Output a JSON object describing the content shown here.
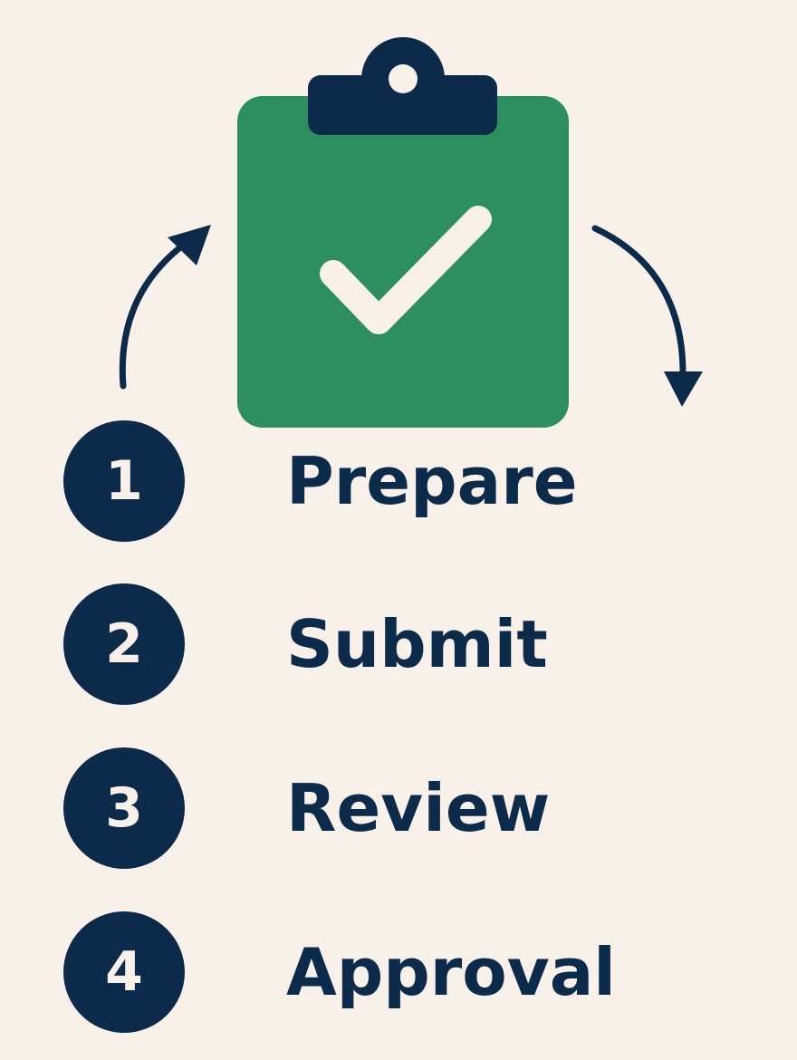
{
  "colors": {
    "background": "#f8f1ea",
    "navy": "#0c2a4a",
    "clipboard_green": "#2d8f5e",
    "check_color": "#f8f1ea"
  },
  "icons": {
    "clipboard": "clipboard-icon",
    "check": "check-icon",
    "left_arrow": "curved-arrow-up-icon",
    "right_arrow": "curved-arrow-down-icon"
  },
  "steps": [
    {
      "number": "1",
      "label": "Prepare"
    },
    {
      "number": "2",
      "label": "Submit"
    },
    {
      "number": "3",
      "label": "Review"
    },
    {
      "number": "4",
      "label": "Approval"
    }
  ]
}
